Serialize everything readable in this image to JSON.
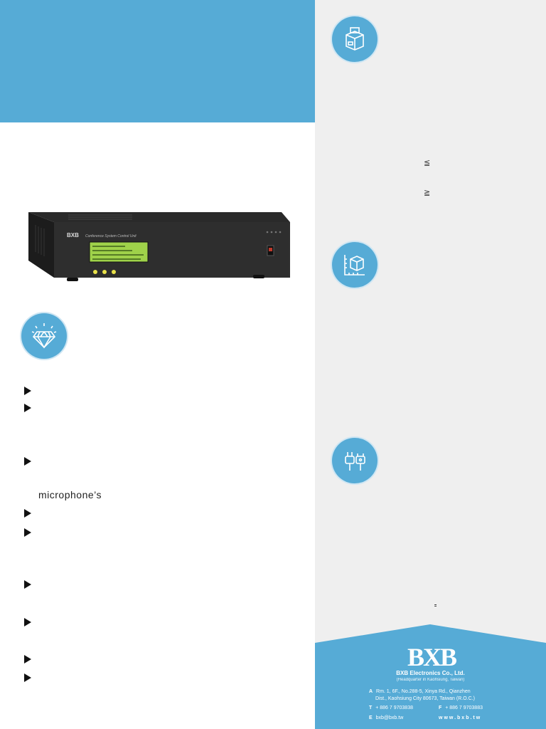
{
  "body": {
    "microphone_text": "microphone’s",
    "symbols": {
      "le": "≦",
      "ge": "≧",
      "quote": "\""
    }
  },
  "icons": [
    "diamond-icon",
    "package-box-icon",
    "dimension-box-icon",
    "power-plug-icon"
  ],
  "colors": {
    "accent": "#56abd6",
    "panel": "#efefef"
  },
  "device": {
    "brand": "BXB",
    "model_label": "Conference System Control Unit"
  },
  "footer": {
    "logo_text": "BXB",
    "company": "BXB Electronics Co., Ltd.",
    "subtitle": "(Headquarter in Kaohsiung, Taiwan)",
    "address_label": "A",
    "address_line1": "Rm. 1, 6F., No.288-5, Xinya Rd., Qianzhen",
    "address_line2": "Dist., Kaohsiung City 80673, Taiwan (R.O.C.)",
    "phone_label": "T",
    "phone": "+ 886 7 9703838",
    "fax_label": "F",
    "fax": "+ 886 7 9703883",
    "email_label": "E",
    "email": "bxb@bxb.tw",
    "website": "www.bxb.tw"
  }
}
